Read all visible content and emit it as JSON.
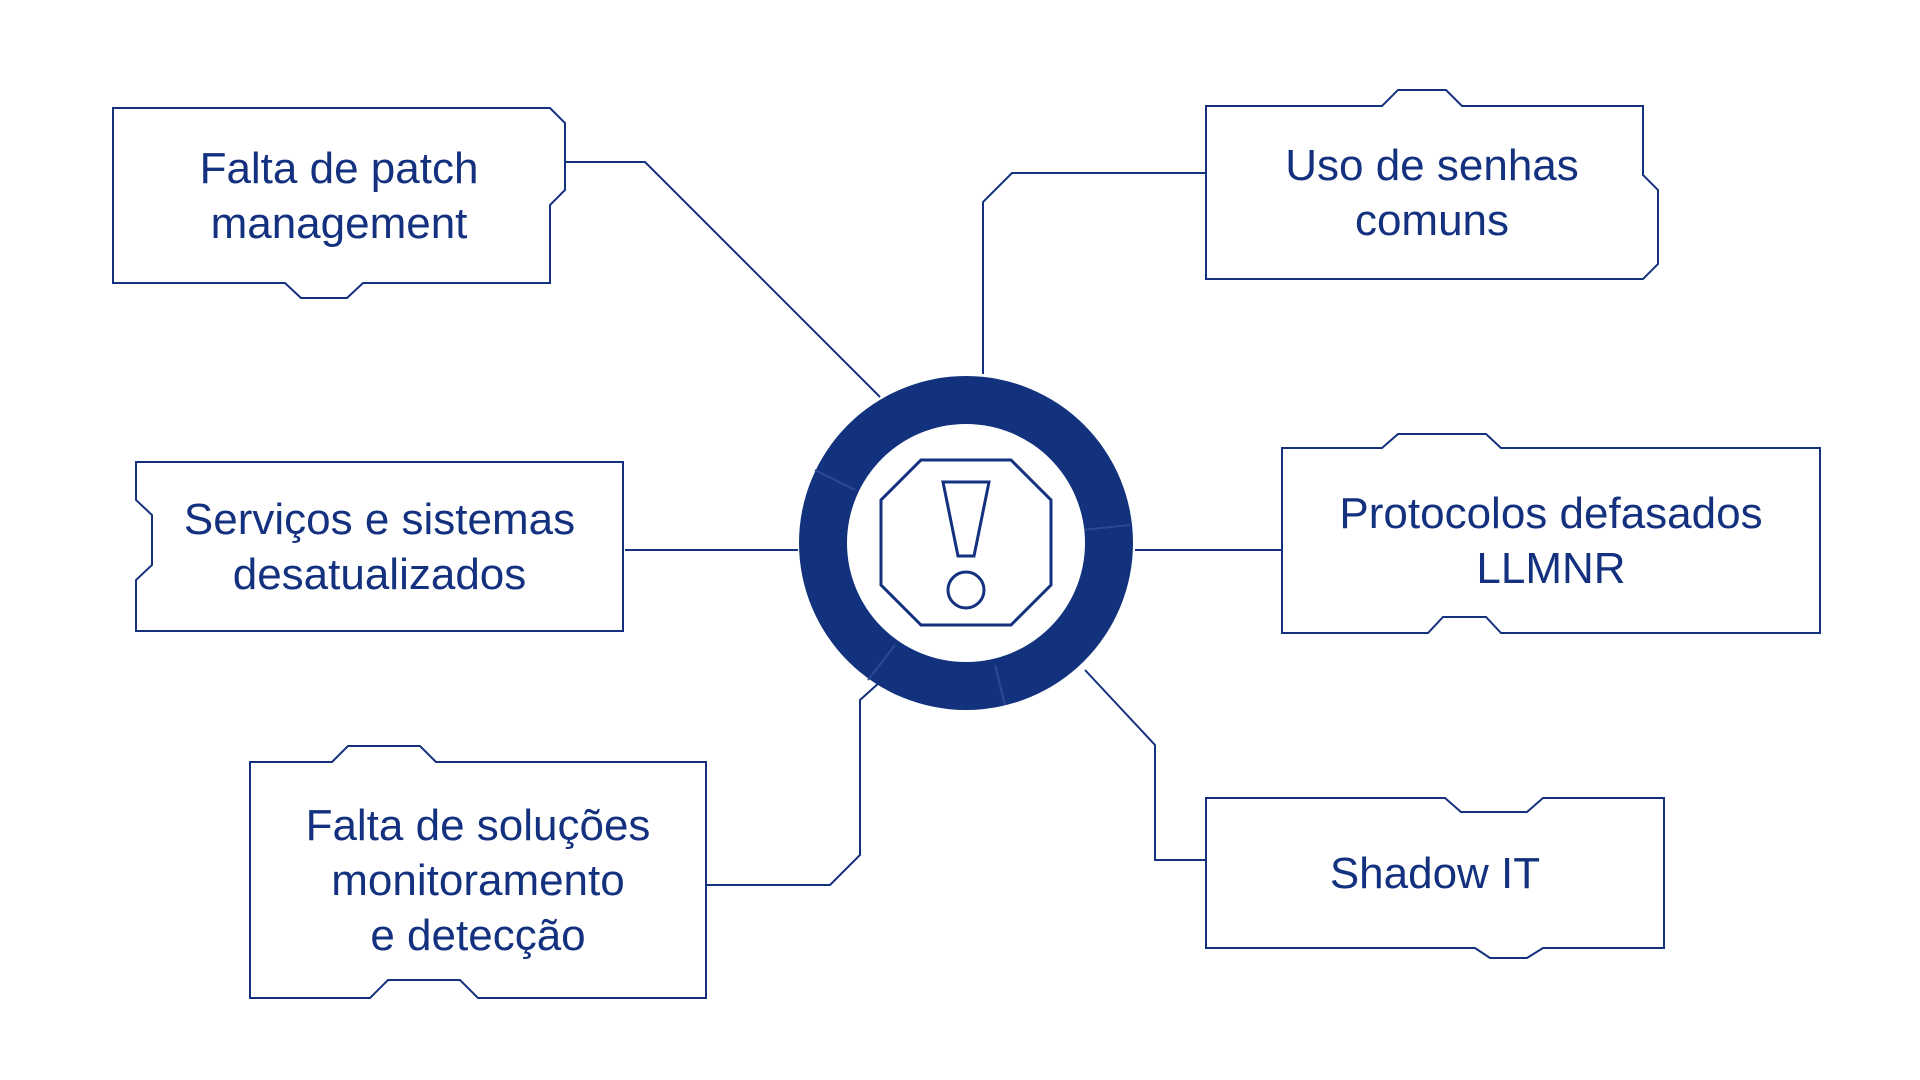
{
  "colors": {
    "stroke": "#13317e",
    "ring": "#12327e",
    "inner": "#ffffff",
    "text": "#13317e"
  },
  "center": {
    "icon": "warning-octagon-icon"
  },
  "nodes": [
    {
      "id": "falta-patch",
      "lines": [
        "Falta de patch",
        "management"
      ]
    },
    {
      "id": "uso-senhas",
      "lines": [
        "Uso de senhas",
        "comuns"
      ]
    },
    {
      "id": "servicos-desatualizados",
      "lines": [
        "Serviços e sistemas",
        "desatualizados"
      ]
    },
    {
      "id": "protocolos-defasados",
      "lines": [
        "Protocolos defasados",
        "LLMNR"
      ]
    },
    {
      "id": "falta-monitoramento",
      "lines": [
        "Falta de soluções",
        "monitoramento",
        "e detecção"
      ]
    },
    {
      "id": "shadow-it",
      "lines": [
        "Shadow IT"
      ]
    }
  ]
}
